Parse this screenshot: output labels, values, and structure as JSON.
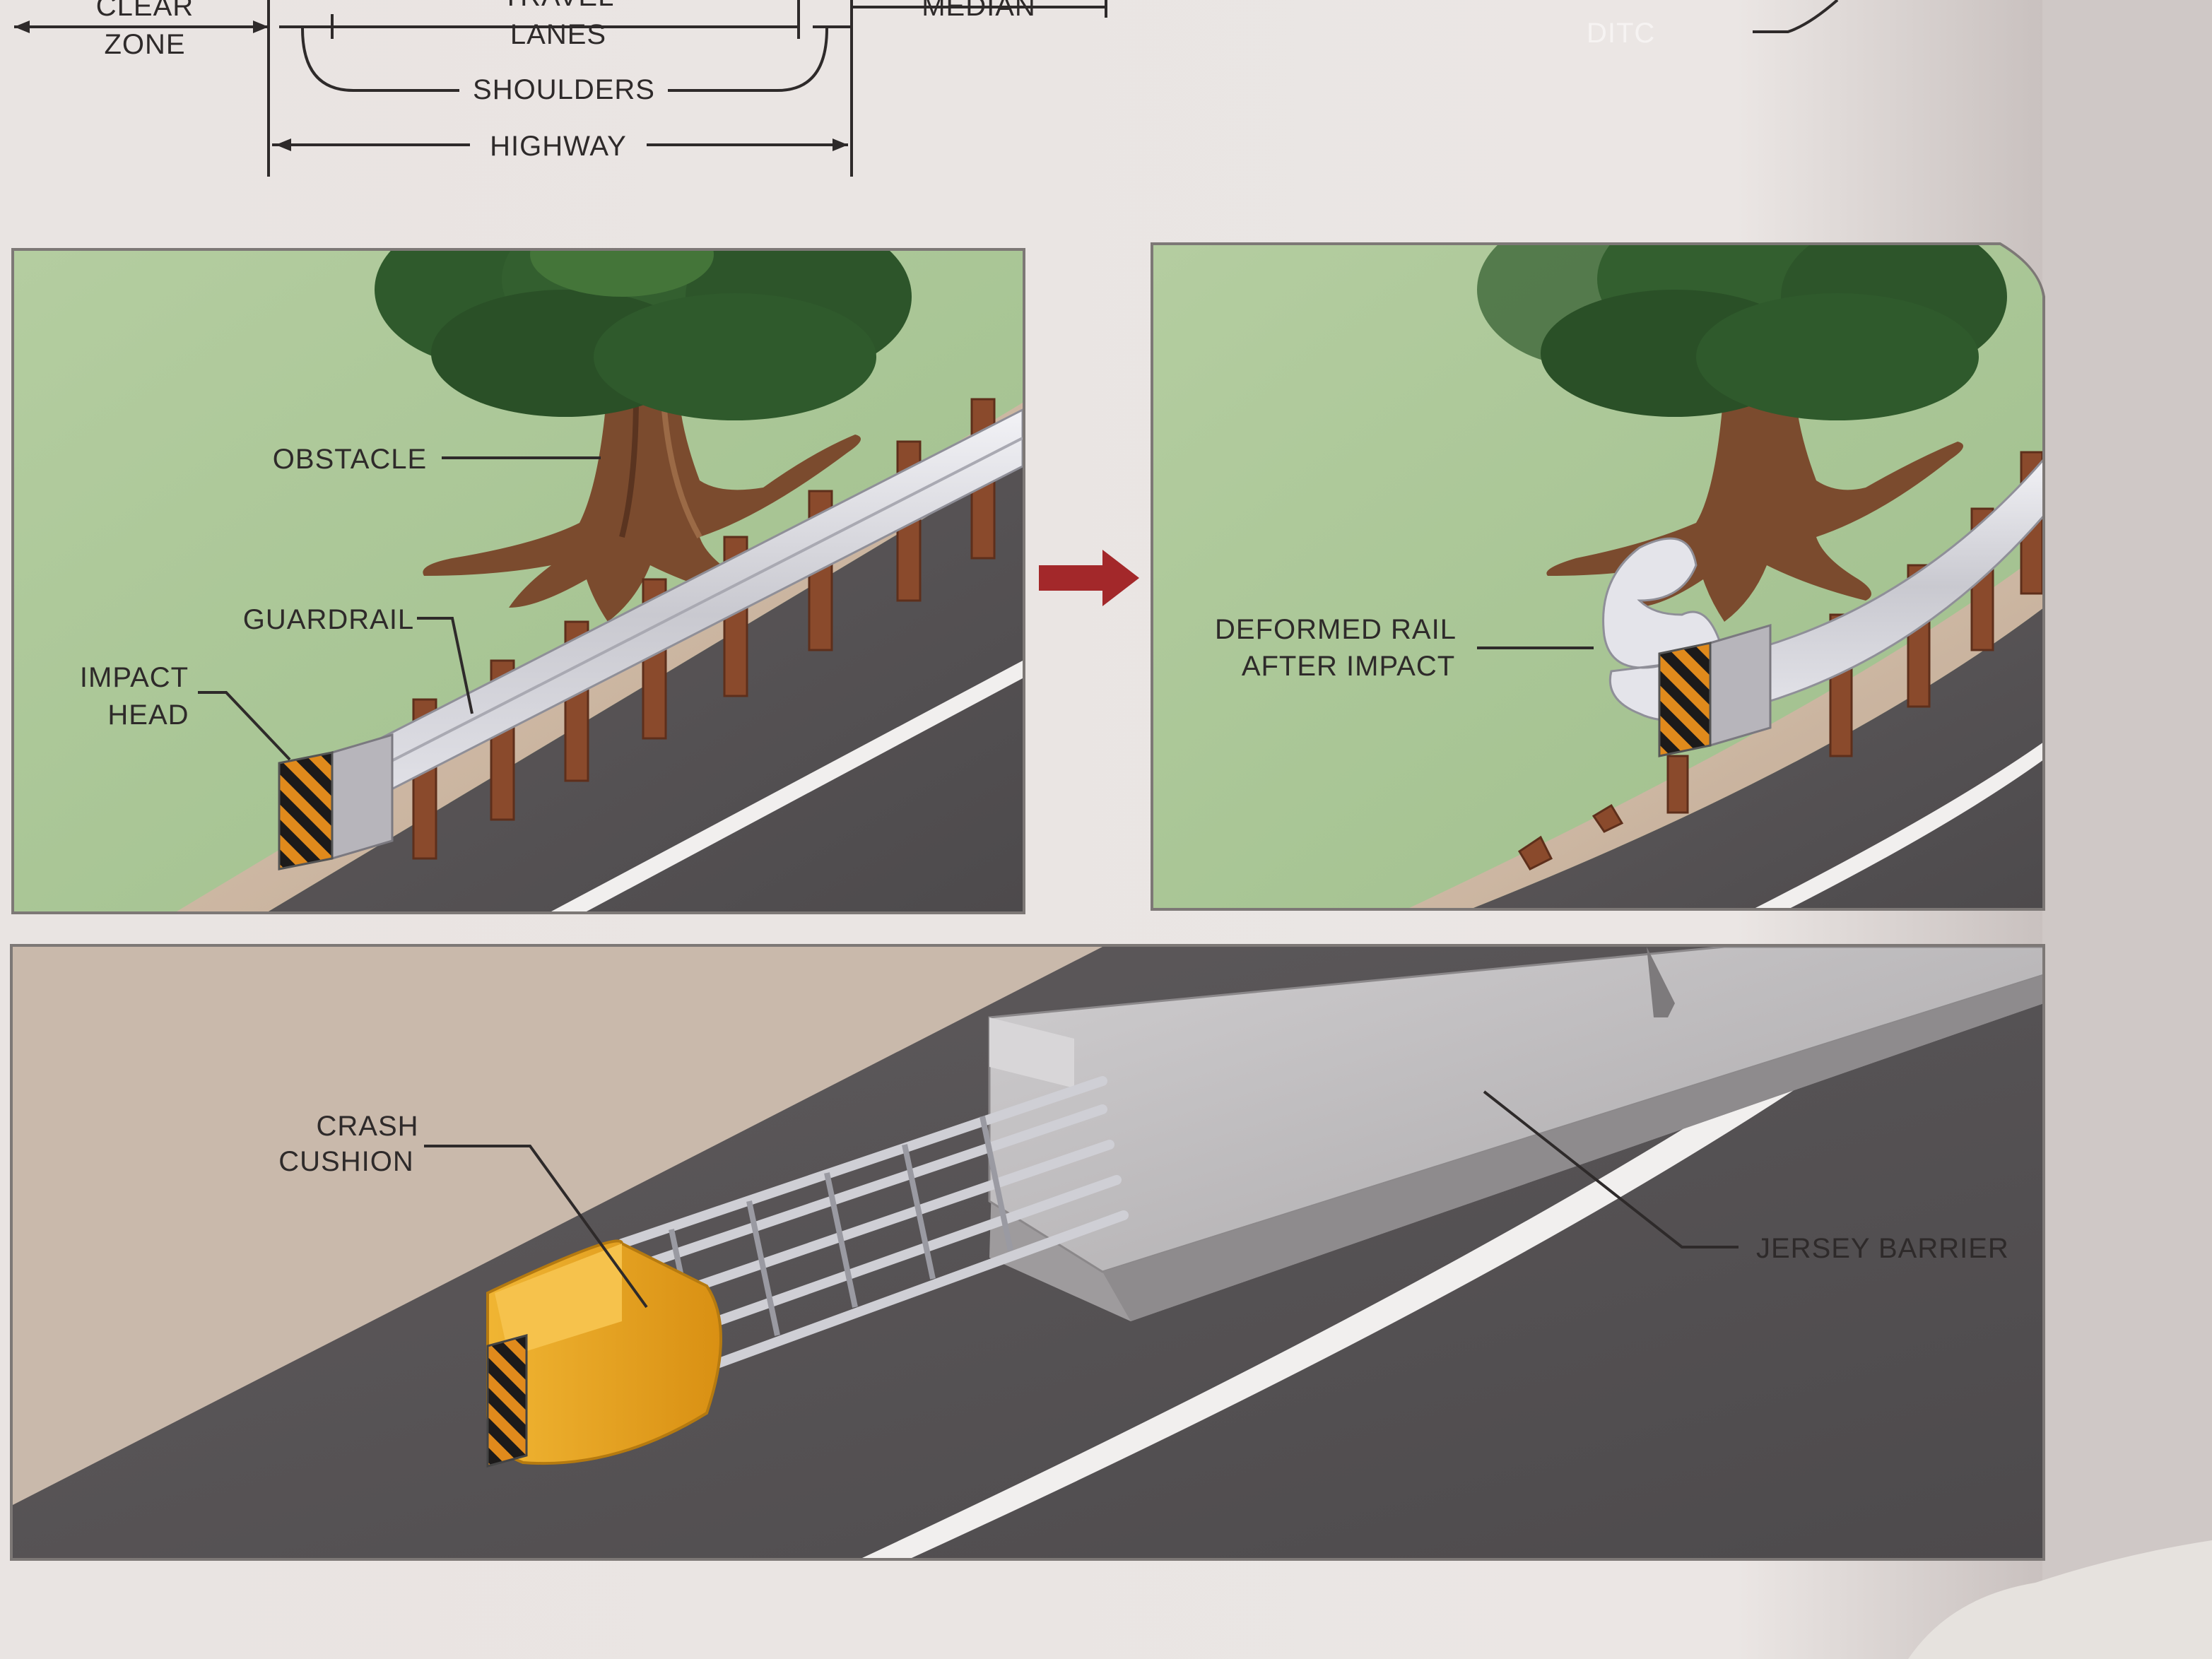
{
  "dimension_diagram": {
    "labels": {
      "clear_zone_line1": "CLEAR",
      "clear_zone_line2": "ZONE",
      "travel_lanes_line1": "TRAVEL",
      "travel_lanes_line2": "LANES",
      "median": "MEDIAN",
      "shoulders": "SHOULDERS",
      "highway": "HIGHWAY",
      "partial_corner_text": "DITC"
    }
  },
  "panel_guardrail": {
    "labels": {
      "obstacle": "OBSTACLE",
      "guardrail": "GUARDRAIL",
      "impact_head_line1": "IMPACT",
      "impact_head_line2": "HEAD"
    }
  },
  "panel_deformed": {
    "labels": {
      "deformed_rail_line1": "DEFORMED RAIL",
      "deformed_rail_line2": "AFTER IMPACT"
    }
  },
  "panel_crash_cushion": {
    "labels": {
      "crash_cushion_line1": "CRASH",
      "crash_cushion_line2": "CUSHION",
      "jersey_barrier": "JERSEY BARRIER"
    }
  },
  "colors": {
    "page": "#ece7e5",
    "grass": "#a9c595",
    "shoulder": "#c7ad93",
    "asphalt": "#5e5a5c",
    "road_line": "#f1efee",
    "guardrail": "#d8d8de",
    "post": "#8a4a2c",
    "tree_canopy": "#2f5a2c",
    "trunk": "#7b4b2e",
    "arrow": "#a3282a",
    "cushion": "#e7a624",
    "concrete": "#b9b6b8",
    "label_text": "#2e2a2a"
  },
  "icons": {
    "arrow": "right-arrow-icon"
  }
}
